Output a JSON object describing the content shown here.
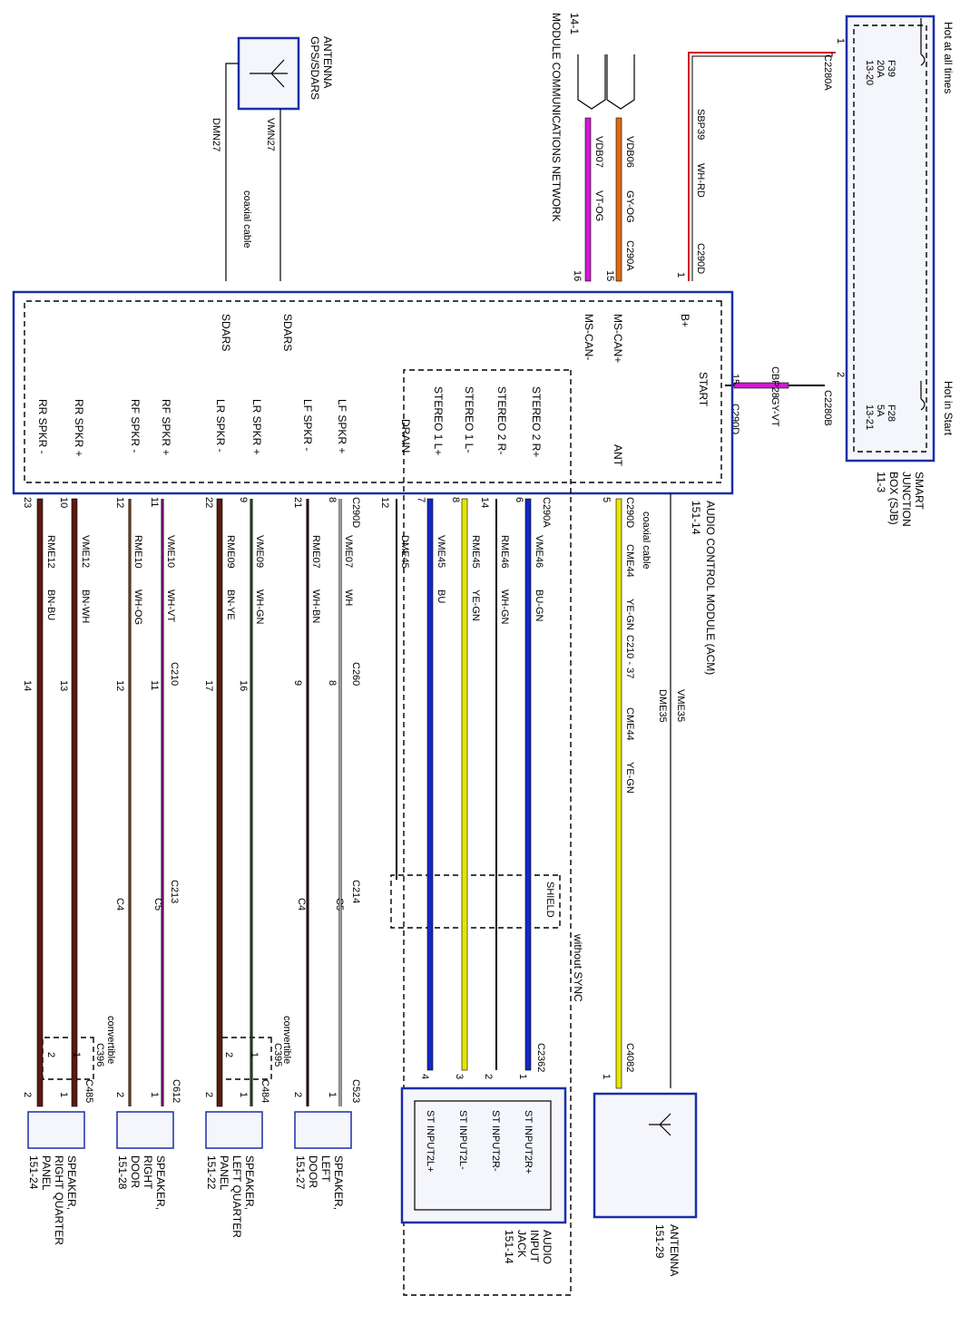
{
  "sjb": {
    "hot_all_times": "Hot at all times",
    "hot_in_start": "Hot in Start",
    "fuse1": {
      "name": "F39",
      "amps": "20A",
      "ref": "13-20"
    },
    "fuse2": {
      "name": "F28",
      "amps": "5A",
      "ref": "13-21"
    },
    "title_line1": "SMART",
    "title_line2": "JUNCTION",
    "title_line3": "BOX (SJB)",
    "title_line4": "11-3",
    "conn1": "C2280A",
    "conn2": "C2280B",
    "pin1": "1",
    "pin2": "2"
  },
  "gps": {
    "line1": "GPS/SDARS",
    "line2": "ANTENNA",
    "wire_a": "VMN27",
    "wire_b": "DMN27",
    "cable": "coaxial cable"
  },
  "network": {
    "line1": "14-1",
    "line2": "MODULE COMMUNICATIONS NETWORK",
    "wire_a_circuit": "VDB06",
    "wire_a_color": "GY-OG",
    "wire_b_circuit": "VDB07",
    "wire_b_color": "VT-OG",
    "conn": "C290A",
    "pin_a": "15",
    "pin_b": "16"
  },
  "bplus": {
    "circuit": "SBP39",
    "color": "WH-RD",
    "conn": "C290D",
    "pin": "1",
    "label": "B+"
  },
  "start": {
    "circuit": "CBP28",
    "color": "GY-VT",
    "conn": "C290D",
    "pin": "15",
    "label": "START"
  },
  "acm": {
    "title_line1": "AUDIO CONTROL MODULE (ACM)",
    "title_line2": "151-14",
    "sdars_a": "SDARS",
    "sdars_b": "SDARS",
    "mscan_p": "MS-CAN+",
    "mscan_n": "MS-CAN-",
    "ant": "ANT",
    "stereo2rp": "STEREO 2 R+",
    "stereo2rn": "STEREO 2 R-",
    "stereo1ln": "STEREO 1 L-",
    "stereo1lp": "STEREO 1 L+",
    "drain": "DRAIN",
    "lfp": "LF SPKR +",
    "lfn": "LF SPKR -",
    "lrp": "LR SPKR +",
    "lrn": "LR SPKR -",
    "rfp": "RF SPKR +",
    "rfn": "RF SPKR -",
    "rrp": "RR SPKR +",
    "rrn": "RR SPKR -"
  },
  "antenna_circuit": {
    "conn1": "C290D",
    "pin1": "5",
    "cable": "coaxial cable",
    "circuit": "CME44",
    "color": "YE-GN",
    "inline": "C210 - 37",
    "circuit2": "CME44",
    "color2": "YE-GN",
    "vme": "VME35",
    "dme": "DME35",
    "end_conn": "C4082",
    "end_pin": "1",
    "ant_line1": "ANTENNA",
    "ant_line2": "151-29"
  },
  "sync": {
    "conn": "C290A",
    "without": "without SYNC",
    "shield": "SHIELD",
    "c2362": "C2362",
    "w1_circuit": "VME46",
    "w1_color": "BU-GN",
    "w1_pin": "6",
    "w2_circuit": "RME46",
    "w2_color": "WH-GN",
    "w2_pin": "14",
    "w3_circuit": "RME45",
    "w3_color": "YE-GN",
    "w3_pin": "8",
    "w4_circuit": "VME45",
    "w4_color": "BU",
    "w4_pin": "7",
    "w5_circuit": "DME45",
    "w5_pin": "12",
    "jack_pins": [
      "1",
      "2",
      "3",
      "4"
    ],
    "st1": "ST INPUT2R+",
    "st2": "ST INPUT2R-",
    "st3": "ST INPUT2L-",
    "st4": "ST INPUT2L+",
    "jack_line1": "AUDIO",
    "jack_line2": "INPUT",
    "jack_line3": "JACK",
    "jack_line4": "151-14"
  },
  "speakers": {
    "conn_acm": "C290D",
    "c210": "C210",
    "c260": "C260",
    "c213": "C213",
    "c214": "C214",
    "c4": "C4",
    "c5": "C5",
    "convertible": "convertible",
    "lf": {
      "p_pin": "8",
      "n_pin": "21",
      "p_circuit": "VME07",
      "p_color": "WH",
      "n_circuit": "RME07",
      "n_color": "WH-BN",
      "inline_p": "8",
      "inline_n": "9",
      "end_conn": "C523",
      "name1": "SPEAKER,",
      "name2": "LEFT",
      "name3": "DOOR",
      "name4": "151-27"
    },
    "lr": {
      "p_pin": "9",
      "n_pin": "22",
      "p_circuit": "VME09",
      "p_color": "WH-GN",
      "n_circuit": "RME09",
      "n_color": "BN-YE",
      "inline_p": "16",
      "inline_n": "17",
      "conv_conn": "C395",
      "end_conn": "C484",
      "name1": "SPEAKER,",
      "name2": "LEFT QUARTER",
      "name3": "PANEL",
      "name4": "151-22"
    },
    "rf": {
      "p_pin": "11",
      "n_pin": "12",
      "p_circuit": "VME10",
      "p_color": "WH-VT",
      "n_circuit": "RME10",
      "n_color": "WH-OG",
      "inline_p": "11",
      "inline_n": "12",
      "end_conn": "C612",
      "name1": "SPEAKER,",
      "name2": "RIGHT",
      "name3": "DOOR",
      "name4": "151-28"
    },
    "rr": {
      "p_pin": "10",
      "n_pin": "23",
      "p_circuit": "VME12",
      "p_color": "BN-WH",
      "n_circuit": "RME12",
      "n_color": "BN-BU",
      "inline_p": "13",
      "inline_n": "14",
      "conv_conn": "C396",
      "end_conn": "C485",
      "name1": "SPEAKER,",
      "name2": "RIGHT QUARTER",
      "name3": "PANEL",
      "name4": "151-24"
    },
    "pin_1": "1",
    "pin_2": "2"
  },
  "colors": {
    "frame": "#1a2fa8",
    "bu": "#1428c8",
    "ye": "#e6e600",
    "gn": "#2a8a2a",
    "vt": "#d21ad2",
    "og": "#e06a10",
    "rd": "#d01010",
    "bn": "#5a1a10",
    "gy": "#8a8a8a",
    "wh": "#ffffff"
  }
}
